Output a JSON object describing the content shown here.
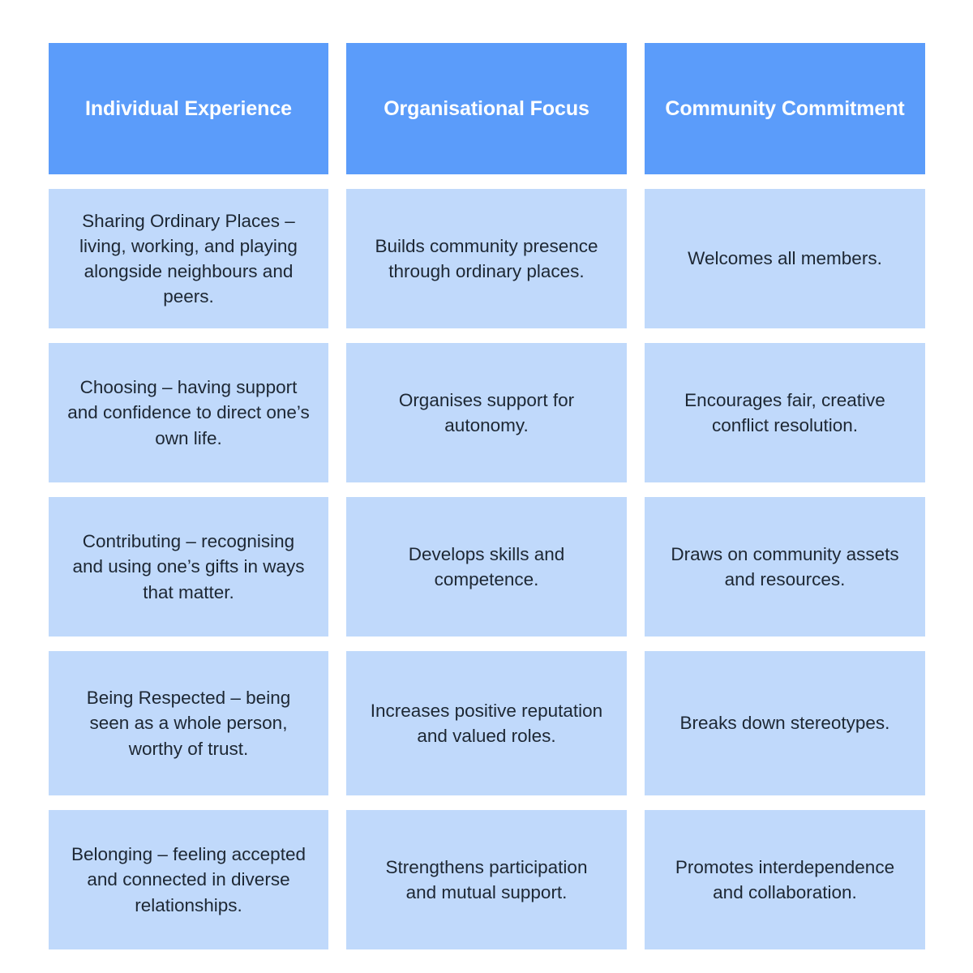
{
  "diagram": {
    "type": "three-column-matrix",
    "colors": {
      "header_background": "#5b9cfa",
      "header_text": "#ffffff",
      "cell_background": "#c0d9fb",
      "cell_text": "#1d2733",
      "page_background": "#ffffff"
    },
    "columns": [
      {
        "header": "Individual Experience"
      },
      {
        "header": "Organisational Focus"
      },
      {
        "header": "Community Commitment"
      }
    ],
    "rows": [
      {
        "individual_experience": "Sharing Ordinary Places – living, working, and playing alongside neighbours and peers.",
        "organisational_focus": "Builds community presence through ordinary places.",
        "community_commitment": "Welcomes all members."
      },
      {
        "individual_experience": "Choosing – having support and confidence to direct one’s own life.",
        "organisational_focus": "Organises support for autonomy.",
        "community_commitment": "Encourages fair, creative conflict resolution."
      },
      {
        "individual_experience": "Contributing – recognising and using one’s gifts in ways that matter.",
        "organisational_focus": "Develops skills and competence.",
        "community_commitment": "Draws on community assets and resources."
      },
      {
        "individual_experience": "Being Respected – being seen as a whole person, worthy of trust.",
        "organisational_focus": "Increases positive reputation and valued roles.",
        "community_commitment": "Breaks down stereotypes."
      },
      {
        "individual_experience": "Belonging – feeling accepted and connected in diverse relationships.",
        "organisational_focus": "Strengthens participation and mutual support.",
        "community_commitment": "Promotes interdependence and collaboration."
      }
    ]
  }
}
